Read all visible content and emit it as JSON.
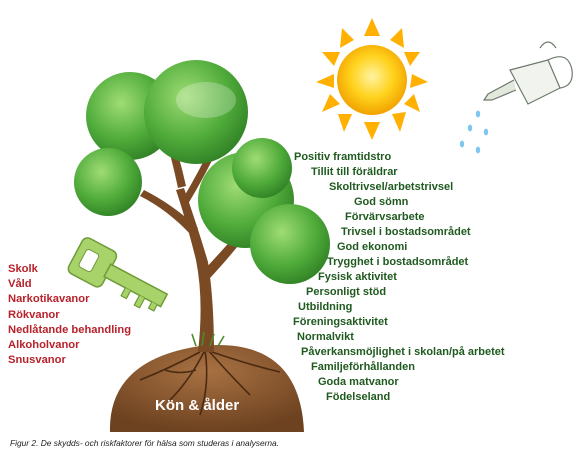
{
  "risk_factors": [
    "Skolk",
    "Våld",
    "Narkotikavanor",
    "Rökvanor",
    "Nedlåtande behandling",
    "Alkoholvanor",
    "Snusvanor"
  ],
  "protective_factors": [
    "Positiv framtidstro",
    "Tillit till föräldrar",
    "Skoltrivsel/arbetstrivsel",
    "God sömn",
    "Förvärvsarbete",
    "Trivsel i bostadsområdet",
    "God ekonomi",
    "Trygghet i bostadsområdet",
    "Fysisk aktivitet",
    "Personligt stöd",
    "Utbildning",
    "Föreningsaktivitet",
    "Normalvikt",
    "Påverkansmöjlighet i skolan/på arbetet",
    "Familjeförhållanden",
    "Goda matvanor",
    "Födelseland"
  ],
  "ground_label": "Kön & ålder",
  "caption": "Figur 2. De skydds- och riskfaktorer för hälsa som studeras i analyserna.",
  "colors": {
    "risk_text": "#b8222b",
    "protective_text": "#1f5a1f",
    "soil": "#8a5a2b",
    "sun": "#f6b800",
    "leaf": "#3f9b2e",
    "key": "#a8d26a"
  }
}
